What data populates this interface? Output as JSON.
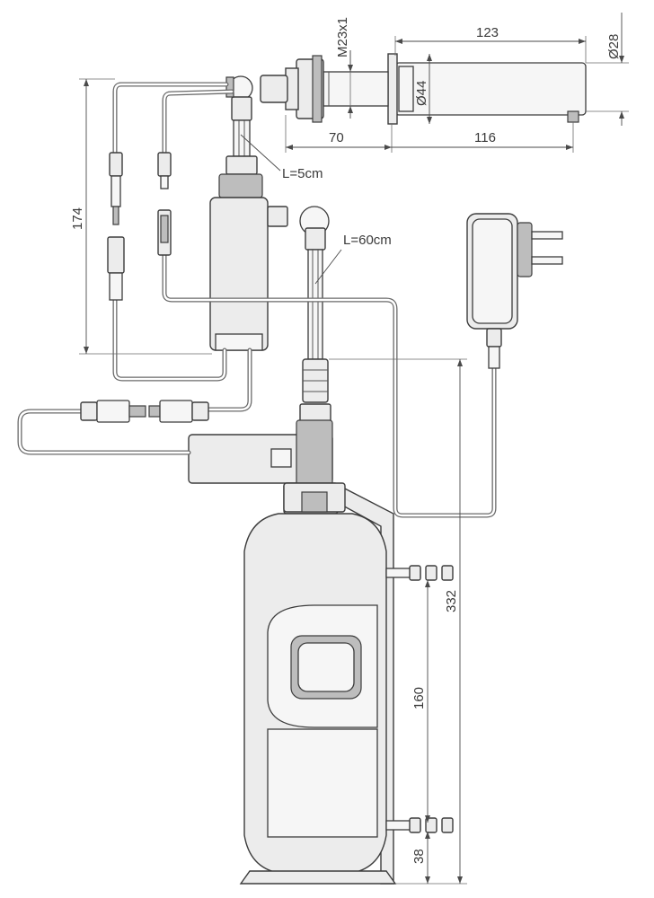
{
  "dimensions": {
    "thread": "M23x1",
    "spout_length": "123",
    "spout_diameter": "Ø28",
    "base_diameter": "Ø44",
    "mount_depth": "70",
    "spout_reach": "116",
    "hose_short": "L=5cm",
    "hose_long": "L=60cm",
    "height_upper": "174",
    "tank_height": "332",
    "connector_spacing": "160",
    "connector_bottom": "38"
  },
  "colors": {
    "line": "#3c3c3c",
    "fill": "#ececec",
    "background": "#ffffff"
  }
}
